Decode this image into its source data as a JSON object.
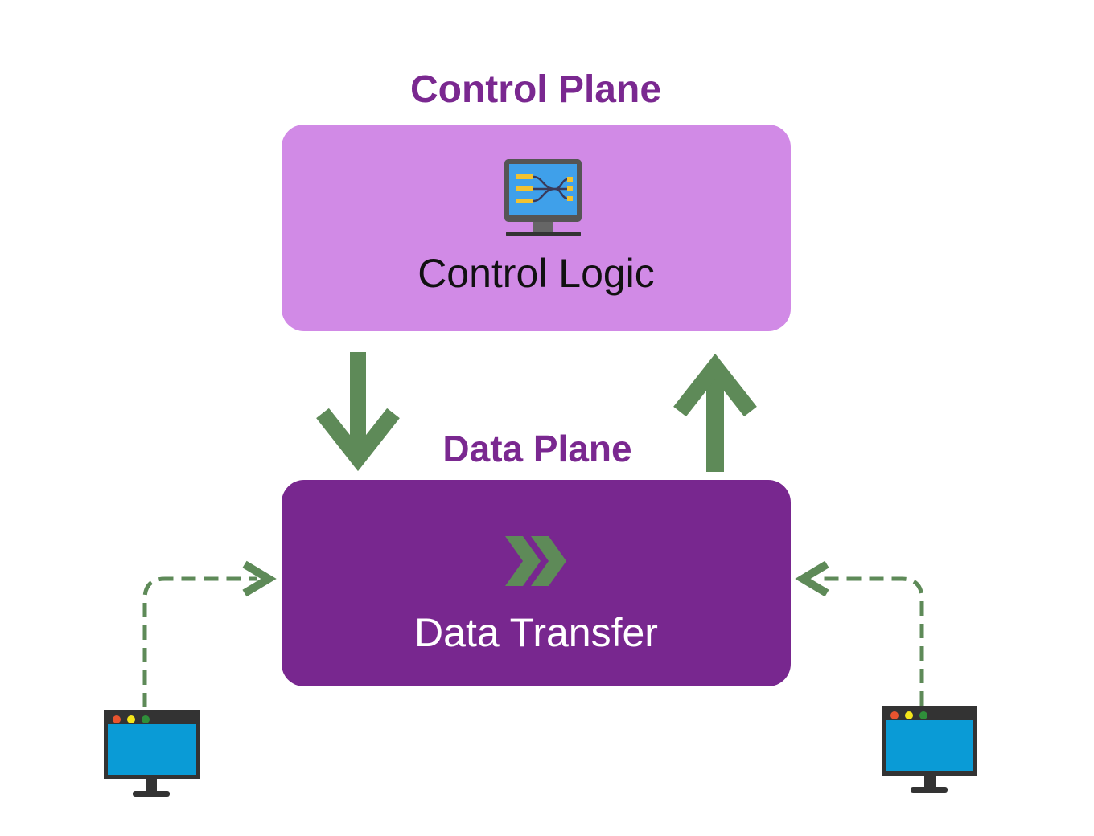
{
  "control_plane": {
    "title": "Control Plane",
    "box_label": "Control Logic",
    "icon": "monitor-flow-icon"
  },
  "data_plane": {
    "title": "Data Plane",
    "box_label": "Data Transfer",
    "icon": "double-chevron-right-icon"
  },
  "endpoints": [
    {
      "icon": "computer-monitor-icon",
      "side": "left"
    },
    {
      "icon": "computer-monitor-icon",
      "side": "right"
    }
  ],
  "colors": {
    "title": "#7a2890",
    "control_box": "#d18ae6",
    "data_box": "#78278f",
    "arrow": "#5e8a58",
    "control_text": "#111111",
    "data_text": "#ffffff",
    "screen": "#0a9bd6",
    "monitor_frame": "#333333"
  }
}
